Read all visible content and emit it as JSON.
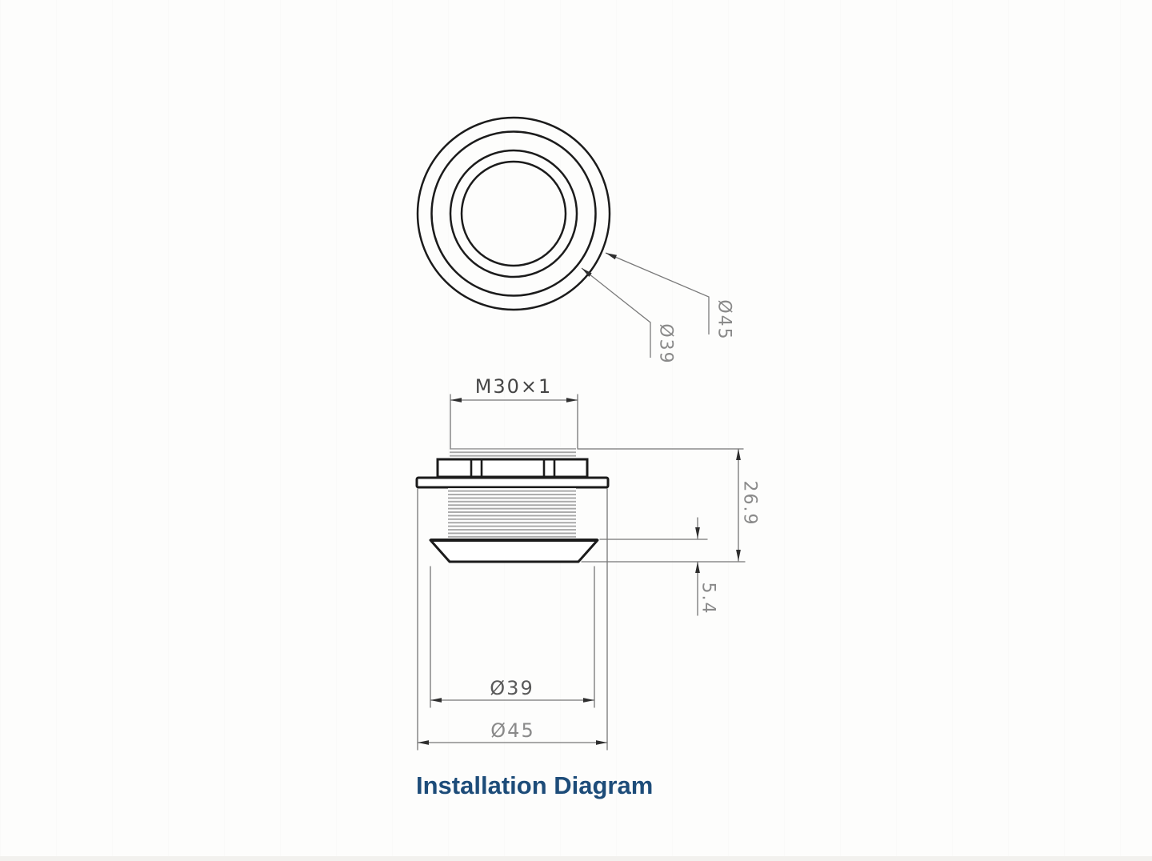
{
  "title": {
    "text": "Installation Diagram",
    "color": "#1d4c79"
  },
  "top_view": {
    "outer_diameter_label": "Ø45",
    "inner_diameter_label": "Ø39"
  },
  "side_view": {
    "thread_spec_label": "M30×1",
    "overall_height_label": "26.9",
    "bezel_height_label": "5.4",
    "body_diameter_label": "Ø39",
    "flange_diameter_label": "Ø45"
  },
  "colors": {
    "outline": "#1b1b1b",
    "dimension_line": "#767676",
    "dimension_text": "#6e6e6e",
    "thread": "#a6a6a6"
  }
}
